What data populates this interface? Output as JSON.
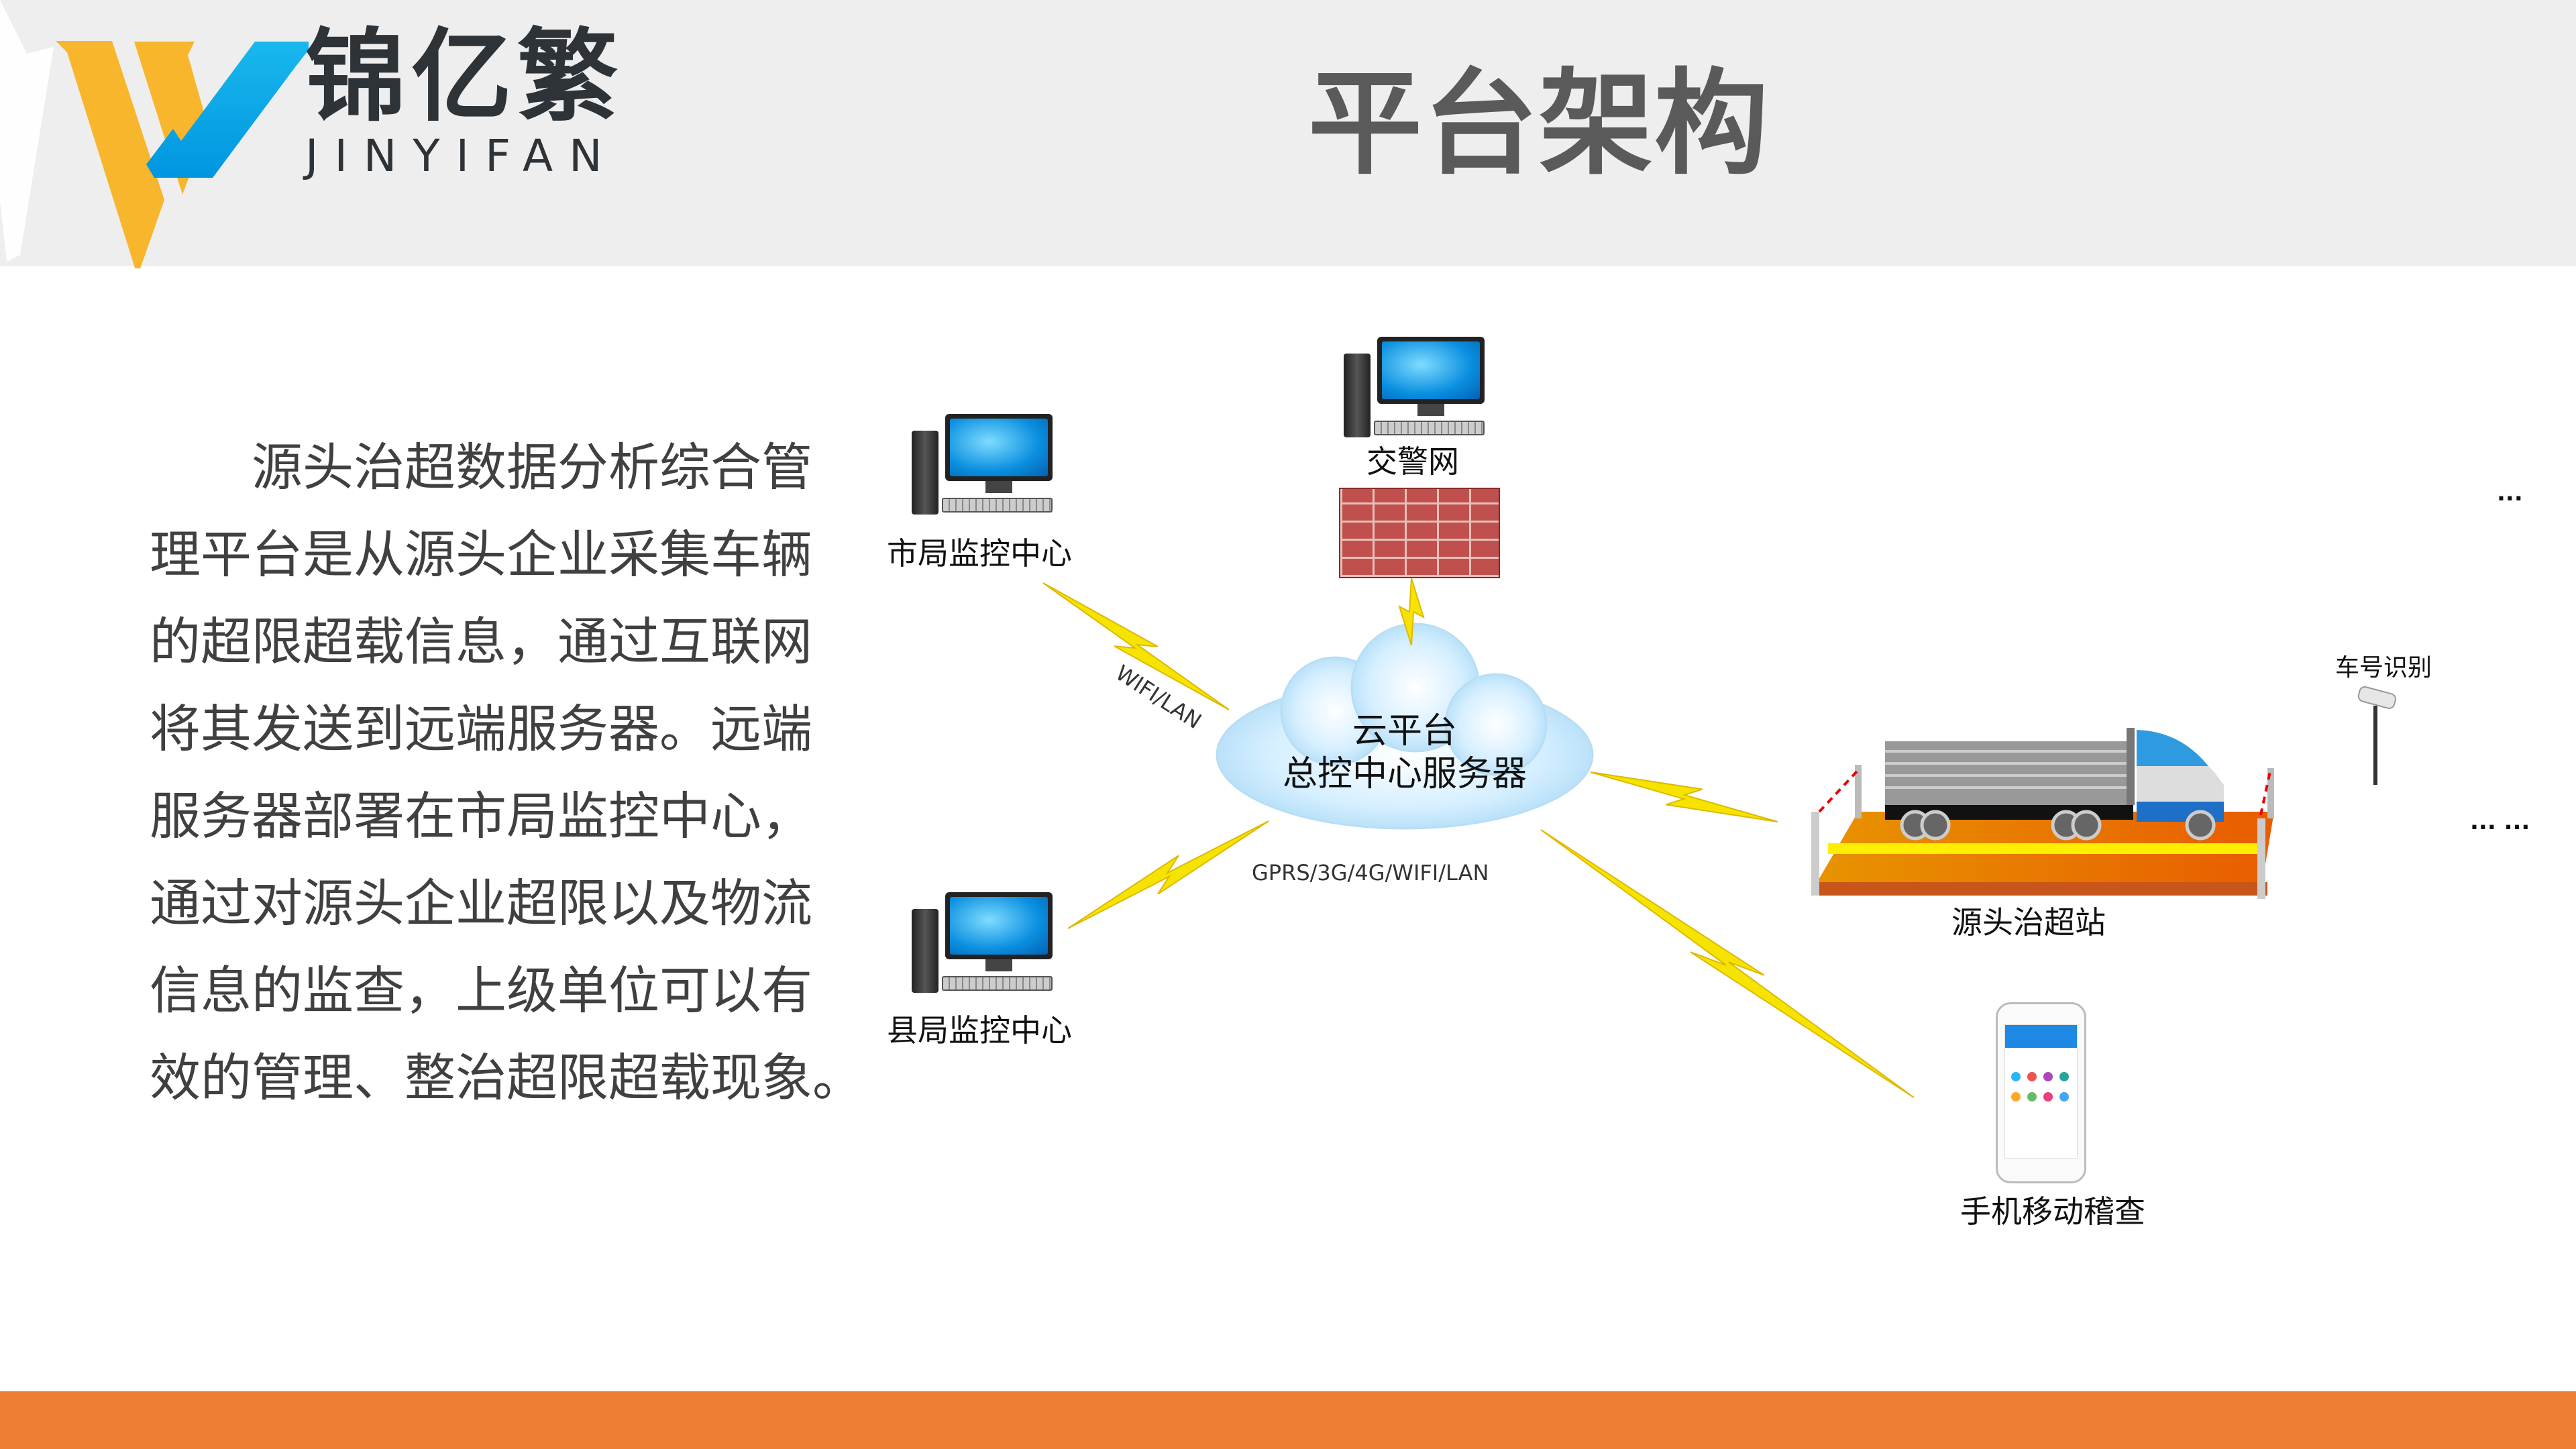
{
  "header": {
    "brand_cn": "锦亿繁",
    "brand_en": "JINYIFAN",
    "title": "平台架构"
  },
  "description": [
    "源头治超数据分析综合管",
    "理平台是从源头企业采集车辆",
    "的超限超载信息，通过互联网",
    "将其发送到远端服务器。远端",
    "服务器部署在市局监控中心，",
    "通过对源头企业超限以及物流",
    "信息的监查，上级单位可以有",
    "效的管理、整治超限超载现象。"
  ],
  "diagram": {
    "city_center": "市局监控中心",
    "traffic_police": "交警网",
    "county_center": "县局监控中心",
    "cloud_line1": "云平台",
    "cloud_line2": "总控中心服务器",
    "link_wifi": "WIFI/LAN",
    "link_gprs": "GPRS/3G/4G/WIFI/LAN",
    "station": "源头治超站",
    "plate_recognition": "车号识别",
    "mobile": "手机移动稽查",
    "ellipsis_top": "...",
    "ellipsis_bottom": "... ..."
  },
  "colors": {
    "accent": "#ED7D31",
    "logo_orange": "#F8B62D",
    "logo_blue": "#00A0E9",
    "bolt": "#F5E400"
  }
}
